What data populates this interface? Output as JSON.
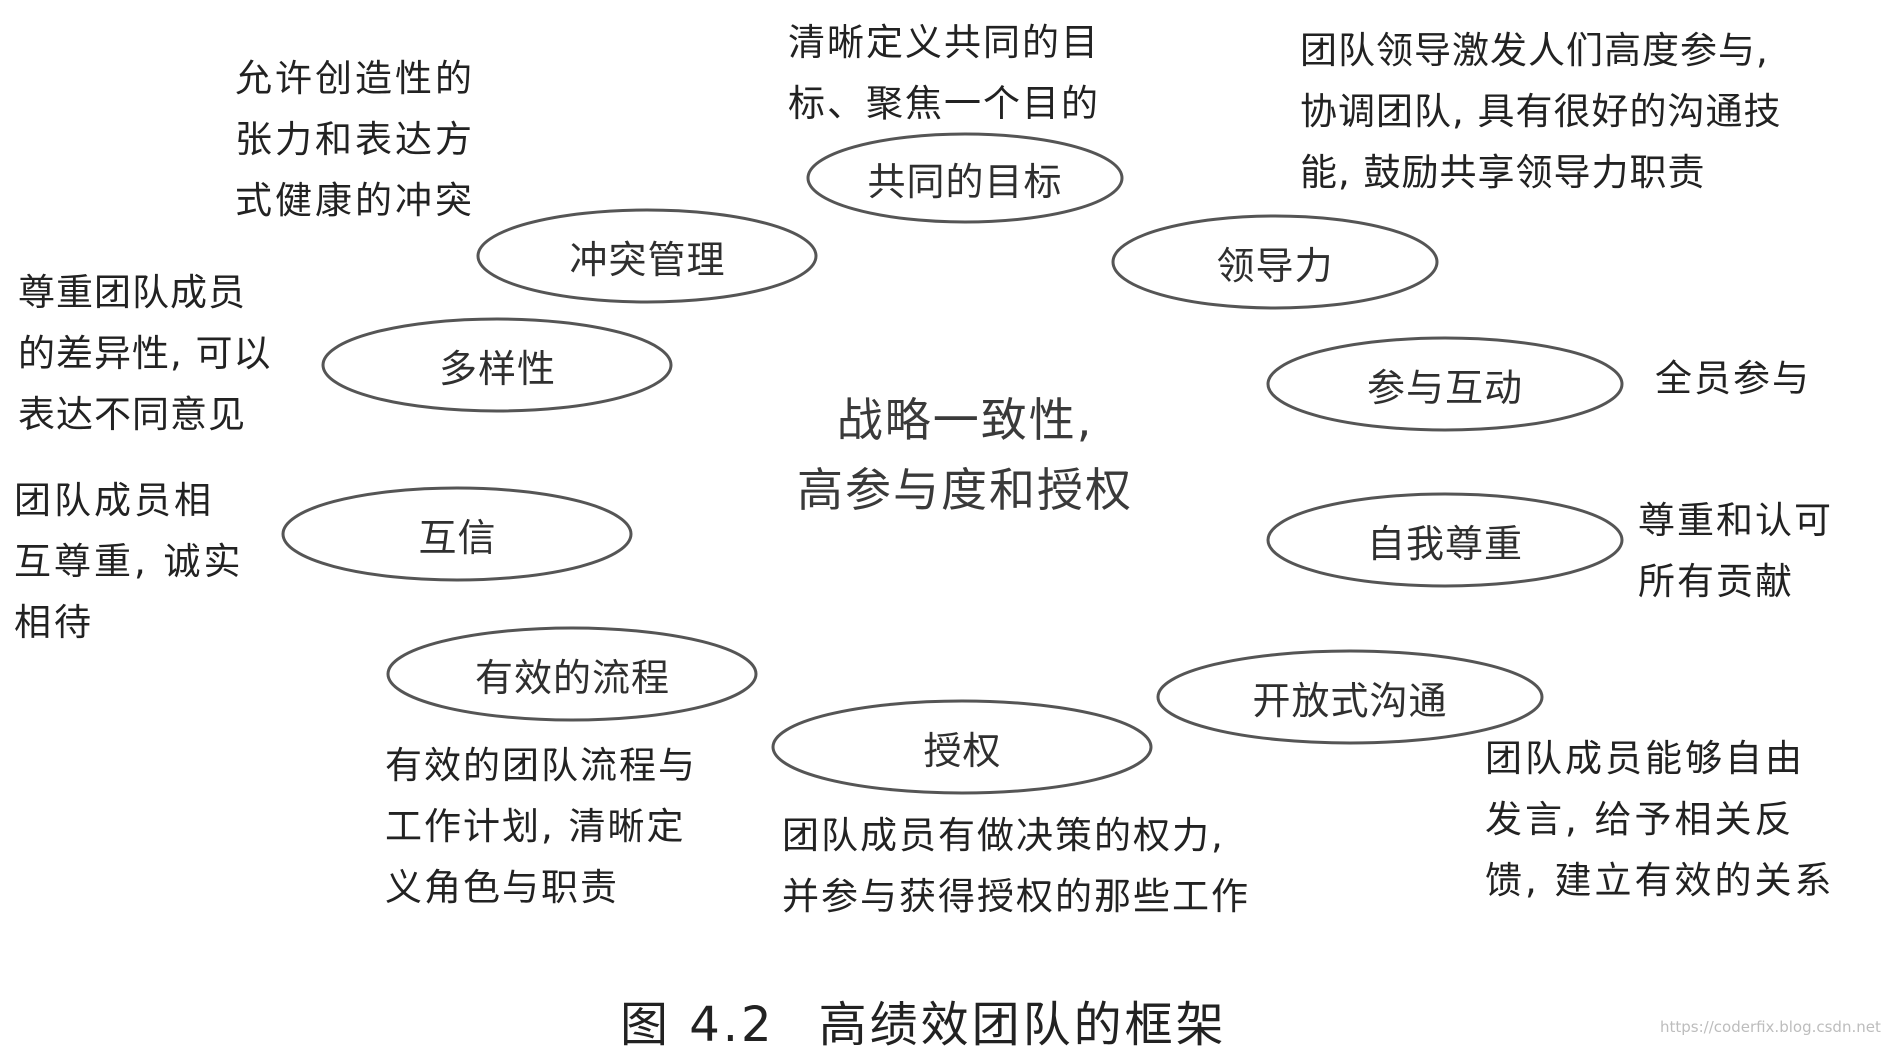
{
  "center": {
    "line1": "战略一致性,",
    "line2": "高参与度和授权"
  },
  "ovals": {
    "common_goal": "共同的目标",
    "leadership": "领导力",
    "participation": "参与互动",
    "self_respect": "自我尊重",
    "open_communication": "开放式沟通",
    "empowerment": "授权",
    "effective_process": "有效的流程",
    "trust": "互信",
    "diversity": "多样性",
    "conflict_management": "冲突管理"
  },
  "descriptions": {
    "common_goal": "清晰定义共同的目\n标、聚焦一个目的",
    "leadership": "团队领导激发人们高度参与,\n协调团队, 具有很好的沟通技\n能, 鼓励共享领导力职责",
    "participation": "全员参与",
    "self_respect": "尊重和认可\n所有贡献",
    "open_communication": "团队成员能够自由\n发言, 给予相关反\n馈, 建立有效的关系",
    "empowerment": "团队成员有做决策的权力,\n并参与获得授权的那些工作",
    "effective_process": "有效的团队流程与\n工作计划, 清晰定\n义角色与职责",
    "trust": "团队成员相\n互尊重, 诚实\n相待",
    "diversity": "尊重团队成员\n的差异性, 可以\n表达不同意见",
    "conflict_management": "允许创造性的\n张力和表达方\n式健康的冲突"
  },
  "caption": {
    "number": "图 4.2",
    "title": "高绩效团队的框架"
  },
  "watermark": "https://coderfix.blog.csdn.net"
}
